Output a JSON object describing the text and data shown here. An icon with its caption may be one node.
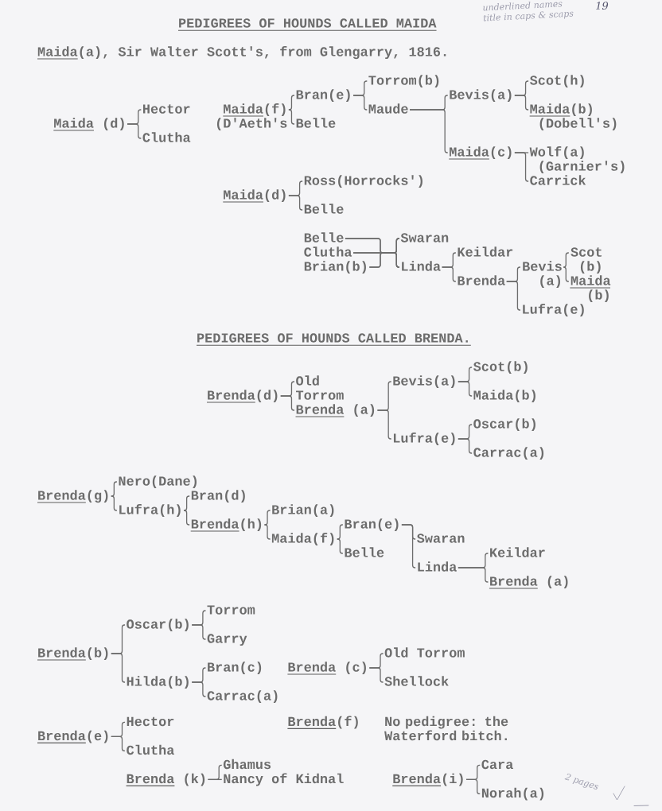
{
  "diagram": {
    "title": "PEDIGREES OF HOUNDS CALLED MAIDA",
    "nodes": [
      {
        "text": [
          "Maida (d)"
        ]
      },
      {
        "text": [
          "Hector"
        ]
      },
      {
        "text": [
          "Clutha"
        ]
      },
      {
        "text": [
          "Maida(f)"
        ],
        "beside": [
          "(D'Aeth's"
        ]
      },
      {
        "text": [
          "Bran(e)"
        ]
      },
      {
        "text": [
          "Belle"
        ]
      },
      {
        "text": [
          "Torrom(b)"
        ]
      },
      {
        "text": [
          "Maude"
        ]
      },
      {
        "text": [
          "Bevis(a)"
        ]
      },
      {
        "text": [
          "Maida(c)"
        ]
      },
      {
        "text": [
          "Scot(h)"
        ]
      },
      {
        "text": [
          "Maida(b)"
        ],
        "beside": [
          "(Dobell's)"
        ]
      },
      {
        "text": [
          "Wolf(a)"
        ],
        "beside": [
          "(Garnier's)"
        ]
      },
      {
        "text": [
          "Carrick"
        ]
      },
      {
        "text": [
          "Maida(d)"
        ]
      },
      {
        "text": [
          "Ross(Horrocks')"
        ]
      },
      {
        "text": [
          "Belle"
        ]
      },
      {
        "text": [
          "Belle"
        ]
      },
      {
        "text": [
          "Clutha"
        ]
      },
      {
        "text": [
          "Brian(b)"
        ]
      },
      {
        "text": [
          "Swaran"
        ]
      },
      {
        "text": [
          "Linda"
        ]
      },
      {
        "text": [
          "Keildar"
        ]
      },
      {
        "text": [
          "Brenda"
        ]
      },
      {
        "text": [
          "Bevis (a)"
        ]
      },
      {
        "text": [
          "Lufra(e)"
        ]
      },
      {
        "text": [
          "Scot (b)"
        ]
      },
      {
        "text": [
          "Maida (b)"
        ]
      },
      {
        "text": [
          "Brenda(d)"
        ]
      },
      {
        "text": [
          "Old Torrom"
        ]
      },
      {
        "text": [
          "Brenda (a)"
        ]
      },
      {
        "text": [
          "Bevis(a)"
        ]
      },
      {
        "text": [
          "Lufra(e)"
        ]
      },
      {
        "text": [
          "Scot(b)"
        ]
      },
      {
        "text": [
          "Maida(b)"
        ]
      },
      {
        "text": [
          "Oscar(b)"
        ]
      },
      {
        "text": [
          "Carrac(a)"
        ]
      },
      {
        "text": [
          "Brenda(g)"
        ]
      },
      {
        "text": [
          "Nero(Dane)"
        ]
      },
      {
        "text": [
          "Lufra(h)"
        ]
      },
      {
        "text": [
          "Bran(d)"
        ]
      },
      {
        "text": [
          "Brenda(h)"
        ]
      },
      {
        "text": [
          "Brian(a)"
        ]
      },
      {
        "text": [
          "Maida(f)"
        ]
      },
      {
        "text": [
          "Bran(e)"
        ]
      },
      {
        "text": [
          "Belle"
        ]
      },
      {
        "text": [
          "Swaran"
        ]
      },
      {
        "text": [
          "Linda"
        ]
      },
      {
        "text": [
          "Keildar"
        ]
      },
      {
        "text": [
          "Brenda (a)"
        ]
      },
      {
        "text": [
          "Brenda(b)"
        ]
      },
      {
        "text": [
          "Oscar(b)"
        ]
      },
      {
        "text": [
          "Hilda(b)"
        ]
      },
      {
        "text": [
          "Torrom"
        ]
      },
      {
        "text": [
          "Garry"
        ]
      },
      {
        "text": [
          "Bran(c)"
        ]
      },
      {
        "text": [
          "Carrac(a)"
        ]
      },
      {
        "text": [
          "Brenda (c)"
        ]
      },
      {
        "text": [
          "Old Torrom"
        ]
      },
      {
        "text": [
          "Shellock"
        ]
      },
      {
        "text": [
          "Brenda(e)"
        ]
      },
      {
        "text": [
          "Hector"
        ]
      },
      {
        "text": [
          "Clutha"
        ]
      },
      {
        "text": [
          "Brenda (k)"
        ]
      },
      {
        "text": [
          "Ghamus"
        ]
      },
      {
        "text": [
          "Nancy of Kidnal"
        ]
      },
      {
        "text": [
          "Brenda(i)"
        ]
      },
      {
        "text": [
          "Cara"
        ]
      },
      {
        "text": [
          "Norah(a)"
        ]
      }
    ],
    "edges": [
      {
        "from": 0,
        "to": 1,
        "arrow": "none"
      },
      {
        "from": 0,
        "to": 2,
        "arrow": "none"
      },
      {
        "from": 3,
        "to": 4,
        "arrow": "none"
      },
      {
        "from": 3,
        "to": 5,
        "arrow": "none"
      },
      {
        "from": 4,
        "to": 6,
        "arrow": "none"
      },
      {
        "from": 4,
        "to": 7,
        "arrow": "none"
      },
      {
        "from": 7,
        "to": 8,
        "arrow": "none"
      },
      {
        "from": 7,
        "to": 9,
        "arrow": "none"
      },
      {
        "from": 8,
        "to": 10,
        "arrow": "none"
      },
      {
        "from": 8,
        "to": 11,
        "arrow": "none"
      },
      {
        "from": 9,
        "to": 12,
        "arrow": "none"
      },
      {
        "from": 9,
        "to": 13,
        "arrow": "none"
      },
      {
        "from": 14,
        "to": 15,
        "arrow": "none"
      },
      {
        "from": 14,
        "to": 16,
        "arrow": "none"
      },
      {
        "from": 17,
        "to": 20,
        "arrow": "none"
      },
      {
        "from": 17,
        "to": 21,
        "arrow": "none"
      },
      {
        "from": 18,
        "to": 20,
        "arrow": "none"
      },
      {
        "from": 18,
        "to": 21,
        "arrow": "none"
      },
      {
        "from": 19,
        "to": 20,
        "arrow": "none"
      },
      {
        "from": 19,
        "to": 21,
        "arrow": "none"
      },
      {
        "from": 21,
        "to": 22,
        "arrow": "none"
      },
      {
        "from": 21,
        "to": 23,
        "arrow": "none"
      },
      {
        "from": 23,
        "to": 24,
        "arrow": "none"
      },
      {
        "from": 23,
        "to": 25,
        "arrow": "none"
      },
      {
        "from": 24,
        "to": 26,
        "arrow": "none"
      },
      {
        "from": 24,
        "to": 27,
        "arrow": "none"
      },
      {
        "from": 28,
        "to": 29,
        "arrow": "none"
      },
      {
        "from": 28,
        "to": 30,
        "arrow": "none"
      },
      {
        "from": 30,
        "to": 31,
        "arrow": "none"
      },
      {
        "from": 30,
        "to": 32,
        "arrow": "none"
      },
      {
        "from": 31,
        "to": 33,
        "arrow": "none"
      },
      {
        "from": 31,
        "to": 34,
        "arrow": "none"
      },
      {
        "from": 32,
        "to": 35,
        "arrow": "none"
      },
      {
        "from": 32,
        "to": 36,
        "arrow": "none"
      },
      {
        "from": 37,
        "to": 38,
        "arrow": "none"
      },
      {
        "from": 37,
        "to": 39,
        "arrow": "none"
      },
      {
        "from": 39,
        "to": 40,
        "arrow": "none"
      },
      {
        "from": 39,
        "to": 41,
        "arrow": "none"
      },
      {
        "from": 41,
        "to": 42,
        "arrow": "none"
      },
      {
        "from": 41,
        "to": 43,
        "arrow": "none"
      },
      {
        "from": 43,
        "to": 44,
        "arrow": "none"
      },
      {
        "from": 43,
        "to": 45,
        "arrow": "none"
      },
      {
        "from": 44,
        "to": 46,
        "arrow": "none"
      },
      {
        "from": 44,
        "to": 47,
        "arrow": "none"
      },
      {
        "from": 47,
        "to": 48,
        "arrow": "none"
      },
      {
        "from": 47,
        "to": 49,
        "arrow": "none"
      },
      {
        "from": 50,
        "to": 51,
        "arrow": "none"
      },
      {
        "from": 50,
        "to": 52,
        "arrow": "none"
      },
      {
        "from": 51,
        "to": 53,
        "arrow": "none"
      },
      {
        "from": 51,
        "to": 54,
        "arrow": "none"
      },
      {
        "from": 52,
        "to": 55,
        "arrow": "none"
      },
      {
        "from": 52,
        "to": 56,
        "arrow": "none"
      },
      {
        "from": 57,
        "to": 58,
        "arrow": "none"
      },
      {
        "from": 57,
        "to": 59,
        "arrow": "none"
      },
      {
        "from": 60,
        "to": 61,
        "arrow": "none"
      },
      {
        "from": 60,
        "to": 62,
        "arrow": "none"
      },
      {
        "from": 63,
        "to": 64,
        "arrow": "none"
      },
      {
        "from": 63,
        "to": 65,
        "arrow": "none"
      },
      {
        "from": 66,
        "to": 67,
        "arrow": "none"
      },
      {
        "from": 66,
        "to": 68,
        "arrow": "none"
      }
    ],
    "labels": [
      "underlined names title in caps & scaps",
      "19",
      "Maida(a), Sir Walter Scott's, from Glengarry, 1816.",
      "PEDIGREES OF HOUNDS CALLED BRENDA.",
      "Brenda(f)",
      "No pedigree: the Waterford bitch.",
      "2 pages"
    ]
  }
}
